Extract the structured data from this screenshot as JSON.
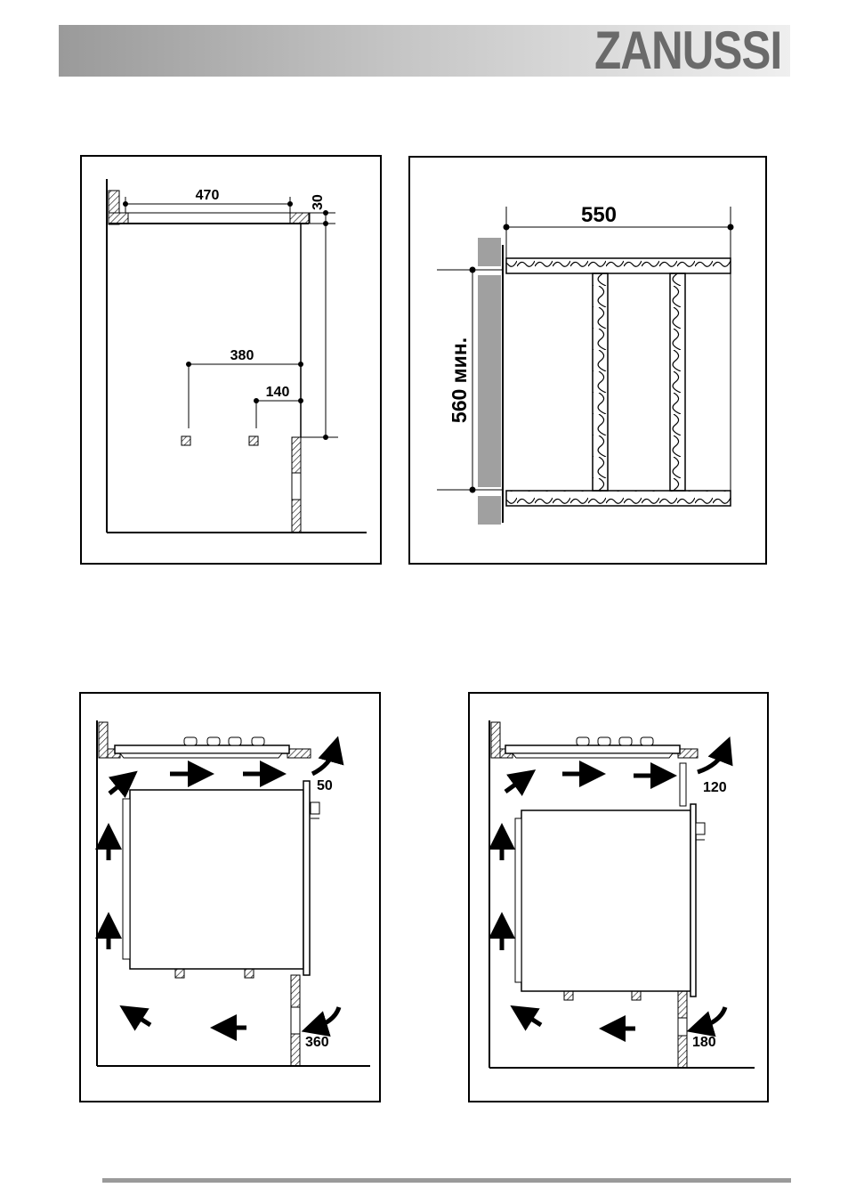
{
  "header": {
    "logo_text": "ZANUSSI"
  },
  "figures": {
    "cutout": {
      "width": "470",
      "edge": "30",
      "stud_a": "380",
      "stud_b": "140"
    },
    "cabinet": {
      "width": "550",
      "height": "560 мин."
    },
    "airflow_a": {
      "top_gap": "50",
      "bottom_gap": "360"
    },
    "airflow_b": {
      "top_gap": "120",
      "bottom_gap": "180"
    }
  },
  "colors": {
    "header_dark": "#9a9a9a",
    "header_light": "#efefef",
    "logo": "#6a6a6a",
    "wall_grey": "#a0a0a0",
    "rule": "#9a9a9a"
  }
}
